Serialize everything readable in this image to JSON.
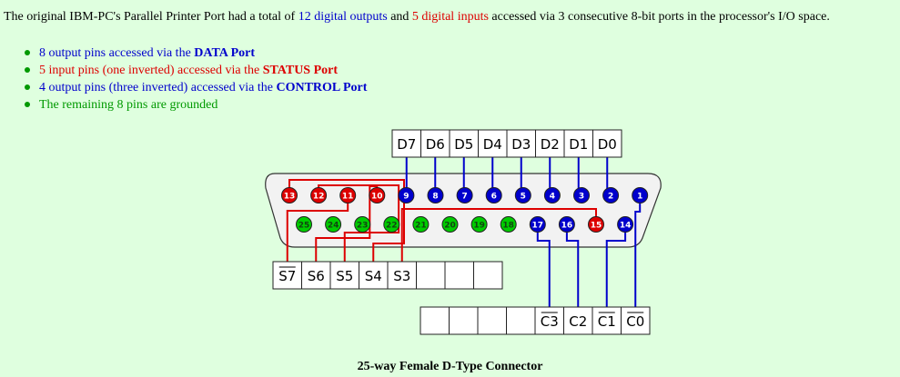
{
  "intro": {
    "part1": "The original IBM-PC's Parallel Printer Port had a total of ",
    "outputs": "12 digital outputs",
    "part2": " and ",
    "inputs": "5 digital inputs",
    "part3": " accessed via 3 consecutive 8-bit ports in the processor's I/O space."
  },
  "bullets": [
    {
      "text": "8 output pins accessed via the ",
      "bold": "DATA Port",
      "color": "#0000cc"
    },
    {
      "text": "5 input pins (one inverted) accessed via the ",
      "bold": "STATUS Port",
      "color": "#dd0000"
    },
    {
      "text": "4 output pins (three inverted) accessed via the ",
      "bold": "CONTROL Port",
      "color": "#0000cc"
    },
    {
      "text": "The remaining 8 pins are grounded",
      "bold": "",
      "color": "#009900"
    }
  ],
  "colors": {
    "background": "#dfffdf",
    "output": "#0000cc",
    "input": "#dd0000",
    "ground": "#00cc00",
    "connector": "#f2f2f2"
  },
  "data_register": [
    "D7",
    "D6",
    "D5",
    "D4",
    "D3",
    "D2",
    "D1",
    "D0"
  ],
  "status_register": [
    "S7",
    "S6",
    "S5",
    "S4",
    "S3",
    "",
    "",
    ""
  ],
  "status_inverted": [
    "S7"
  ],
  "control_register": [
    "",
    "",
    "",
    "",
    "C3",
    "C2",
    "C1",
    "C0"
  ],
  "control_inverted": [
    "C3",
    "C1",
    "C0"
  ],
  "pins": {
    "top_row": [
      "13",
      "12",
      "11",
      "10",
      "9",
      "8",
      "7",
      "6",
      "5",
      "4",
      "3",
      "2",
      "1"
    ],
    "bottom_row": [
      "25",
      "24",
      "23",
      "22",
      "21",
      "20",
      "19",
      "18",
      "17",
      "16",
      "15",
      "14"
    ],
    "data": [
      "9",
      "8",
      "7",
      "6",
      "5",
      "4",
      "3",
      "2"
    ],
    "status": [
      "13",
      "12",
      "11",
      "10",
      "15"
    ],
    "control": [
      "1",
      "14",
      "16",
      "17"
    ],
    "ground": [
      "18",
      "19",
      "20",
      "21",
      "22",
      "23",
      "24",
      "25"
    ]
  },
  "wiring": {
    "D7": "9",
    "D6": "8",
    "D5": "7",
    "D4": "6",
    "D3": "5",
    "D2": "4",
    "D1": "3",
    "D0": "2",
    "S7": "11",
    "S6": "10",
    "S5": "12",
    "S4": "13",
    "S3": "15",
    "C3": "17",
    "C2": "16",
    "C1": "14",
    "C0": "1"
  },
  "caption": "25-way Female D-Type Connector"
}
